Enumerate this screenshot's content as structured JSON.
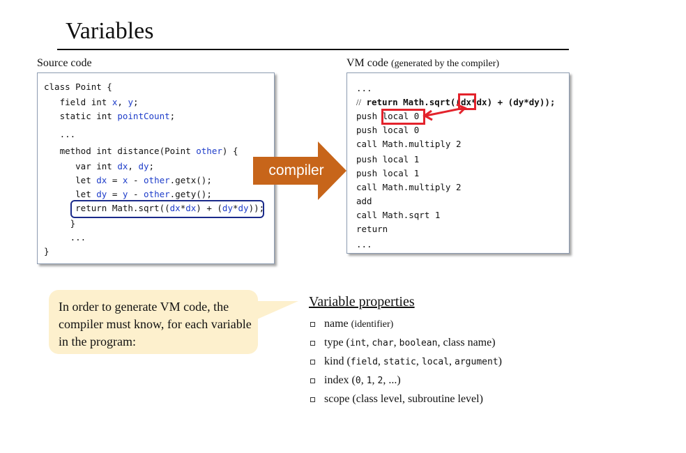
{
  "title": "Variables",
  "source_label": "Source code",
  "vm_label": "VM code",
  "vm_label_note": "(generated by the compiler)",
  "compiler_label": "compiler",
  "source_lines": [
    "class Point {",
    "   field int x, y;",
    "   static int pointCount;",
    "   ...",
    "   method int distance(Point other) {",
    "      var int dx, dy;",
    "      let dx = x - other.getx();",
    "      let dy = y - other.gety();",
    "      return Math.sqrt((dx*dx) + (dy*dy));",
    "   }",
    "   ...",
    "}"
  ],
  "vm_lines": [
    "...",
    "// return Math.sqrt((dx*dx) + (dy*dy));",
    "push local 0",
    "push local 0",
    "call Math.multiply 2",
    "push local 1",
    "push local 1",
    "call Math.multiply 2",
    "add",
    "call Math.sqrt 1",
    "return",
    "..."
  ],
  "callout": "In order to generate VM code, the compiler must know, for each variable in the program:",
  "properties_title": "Variable properties",
  "properties": [
    {
      "name": "name",
      "detail": "(identifier)"
    },
    {
      "name": "type",
      "detail": "(int, char, boolean, class name)"
    },
    {
      "name": "kind",
      "detail": "(field, static, local, argument)"
    },
    {
      "name": "index",
      "detail": "(0, 1, 2, ...)"
    },
    {
      "name": "scope",
      "detail": "(class level, subroutine level)"
    }
  ],
  "colors": {
    "arrow": "#c7651a",
    "highlight": "#e3232c",
    "identifier": "#1d3cc9",
    "callout": "#fdf0cd"
  }
}
